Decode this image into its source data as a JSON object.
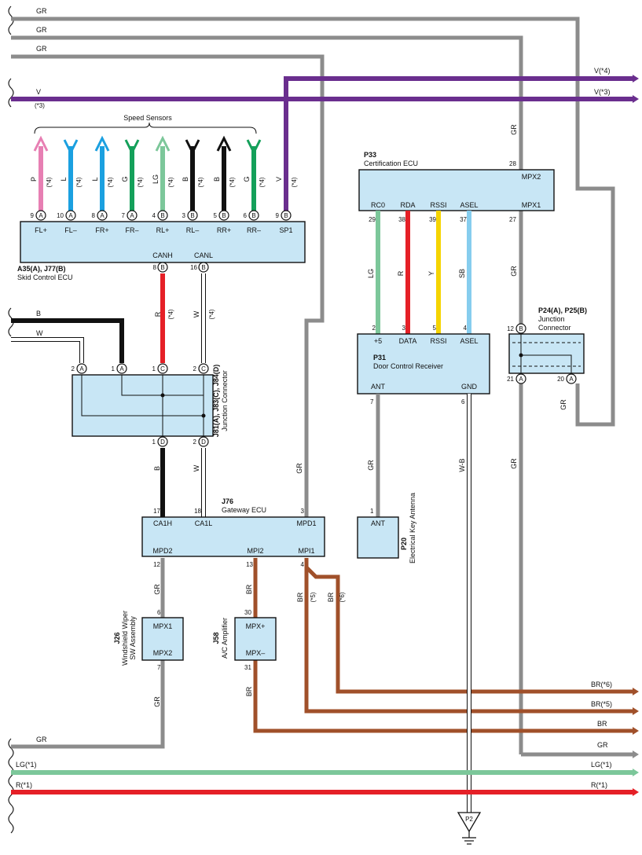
{
  "colors": {
    "GR": "#8c8c8c",
    "V": "#6a2e8e",
    "P": "#e77fb3",
    "L": "#1ba0e0",
    "G": "#14a05a",
    "LG": "#7cc79a",
    "B": "#111111",
    "R": "#e52027",
    "Y": "#f5d400",
    "SB": "#86cdee",
    "BR": "#a0502a",
    "W": "#ffffff"
  },
  "top_wires": {
    "gr1": "GR",
    "gr2": "GR",
    "gr3": "GR",
    "v_label": "V",
    "v_note": "(*3)",
    "v4_right": "V(*4)",
    "v3_right": "V(*3)"
  },
  "speed_sensors": {
    "title": "Speed Sensors",
    "wires": [
      {
        "code": "P",
        "note": "(*4)"
      },
      {
        "code": "L",
        "note": "(*4)"
      },
      {
        "code": "L",
        "note": "(*4)"
      },
      {
        "code": "G",
        "note": "(*4)"
      },
      {
        "code": "LG",
        "note": "(*4)"
      },
      {
        "code": "B",
        "note": "(*4)"
      },
      {
        "code": "B",
        "note": "(*4)"
      },
      {
        "code": "G",
        "note": "(*4)"
      },
      {
        "code": "V",
        "note": "(*4)"
      }
    ]
  },
  "skid_ecu": {
    "id": "A35(A), J77(B)",
    "name": "Skid Control ECU",
    "pins": [
      {
        "num": "9",
        "conn": "A",
        "label": "FL+"
      },
      {
        "num": "10",
        "conn": "A",
        "label": "FL–"
      },
      {
        "num": "8",
        "conn": "A",
        "label": "FR+"
      },
      {
        "num": "7",
        "conn": "A",
        "label": "FR–"
      },
      {
        "num": "4",
        "conn": "B",
        "label": "RL+"
      },
      {
        "num": "3",
        "conn": "B",
        "label": "RL–"
      },
      {
        "num": "5",
        "conn": "B",
        "label": "RR+"
      },
      {
        "num": "6",
        "conn": "B",
        "label": "RR–"
      },
      {
        "num": "9",
        "conn": "B",
        "label": "SP1"
      }
    ],
    "canh": {
      "label": "CANH",
      "num": "8",
      "conn": "B",
      "wire": "R",
      "note": "(*4)"
    },
    "canl": {
      "label": "CANL",
      "num": "16",
      "conn": "B",
      "wire": "W",
      "note": "(*4)"
    }
  },
  "junction_connector": {
    "id": "J81(A), J83(C), J84(D)",
    "name": "Junction Connector",
    "b_wire": "B",
    "w_wire": "W",
    "pins_top": [
      {
        "num": "2",
        "conn": "A"
      },
      {
        "num": "1",
        "conn": "A"
      },
      {
        "num": "1",
        "conn": "C"
      },
      {
        "num": "2",
        "conn": "C"
      }
    ],
    "pins_bottom": [
      {
        "num": "1",
        "conn": "D"
      },
      {
        "num": "2",
        "conn": "D"
      }
    ],
    "out_b": "B",
    "out_w": "W"
  },
  "gateway_ecu": {
    "id": "J76",
    "name": "Gateway ECU",
    "top_pins": [
      {
        "num": "17",
        "label": "CA1H"
      },
      {
        "num": "18",
        "label": "CA1L"
      },
      {
        "num": "3",
        "label": "MPD1"
      }
    ],
    "bottom_pins": [
      {
        "num": "12",
        "label": "MPD2"
      },
      {
        "num": "13",
        "label": "MPI2"
      },
      {
        "num": "4",
        "label": "MPI1"
      }
    ],
    "mpd1_wire": "GR"
  },
  "certification_ecu": {
    "id": "P33",
    "name": "Certification ECU",
    "mpx2_num": "28",
    "mpx2_label": "MPX2",
    "mpx1_label": "MPX1",
    "mpx1_num": "27",
    "pins": [
      {
        "label": "RC0",
        "num": "29",
        "wire": "LG"
      },
      {
        "label": "RDA",
        "num": "38",
        "wire": "R"
      },
      {
        "label": "RSSI",
        "num": "39",
        "wire": "Y"
      },
      {
        "label": "ASEL",
        "num": "37",
        "wire": "SB"
      }
    ],
    "mpx2_wire": "GR",
    "mpx1_wire": "GR"
  },
  "door_receiver": {
    "id": "P31",
    "name": "Door Control Receiver",
    "pins": [
      {
        "num": "2",
        "label": "+5"
      },
      {
        "num": "3",
        "label": "DATA"
      },
      {
        "num": "5",
        "label": "RSSI"
      },
      {
        "num": "4",
        "label": "ASEL"
      }
    ],
    "ant_label": "ANT",
    "ant_num": "7",
    "gnd_label": "GND",
    "gnd_num": "6",
    "ant_wire": "GR",
    "gnd_wire": "W-B"
  },
  "junction_connector2": {
    "id": "P24(A), P25(B)",
    "name_line1": "Junction",
    "name_line2": "Connector",
    "pin_top": {
      "num": "12",
      "conn": "B"
    },
    "pin_bl": {
      "num": "21",
      "conn": "A"
    },
    "pin_br": {
      "num": "20",
      "conn": "A"
    },
    "wire": "GR",
    "left_wire": "GR"
  },
  "antenna": {
    "id": "P20",
    "name": "Electrical Key Antenna",
    "pin_num": "1",
    "pin_label": "ANT"
  },
  "wiper_sw": {
    "id": "J26",
    "name_line1": "Windshield Wiper",
    "name_line2": "SW Assembly",
    "top_num": "6",
    "top_label": "MPX1",
    "bottom_label": "MPX2",
    "bottom_num": "7",
    "top_wire": "GR",
    "bottom_wire": "GR"
  },
  "ac_amp": {
    "id": "J58",
    "name": "A/C Amplifier",
    "top_num": "30",
    "top_label": "MPX+",
    "bottom_label": "MPX–",
    "bottom_num": "31",
    "top_wire": "BR",
    "bottom_wire": "BR"
  },
  "br_branch": {
    "left_wire": "BR",
    "left_note": "(*5)",
    "right_wire": "BR",
    "right_note": "(*6)"
  },
  "bottom_wires": {
    "br6": "BR(*6)",
    "br5": "BR(*5)",
    "br": "BR",
    "gr_left": "GR",
    "gr_right": "GR",
    "lg_left": "LG(*1)",
    "lg_right": "LG(*1)",
    "r_left": "R(*1)",
    "r_right": "R(*1)"
  },
  "ground": {
    "label": "P2"
  }
}
